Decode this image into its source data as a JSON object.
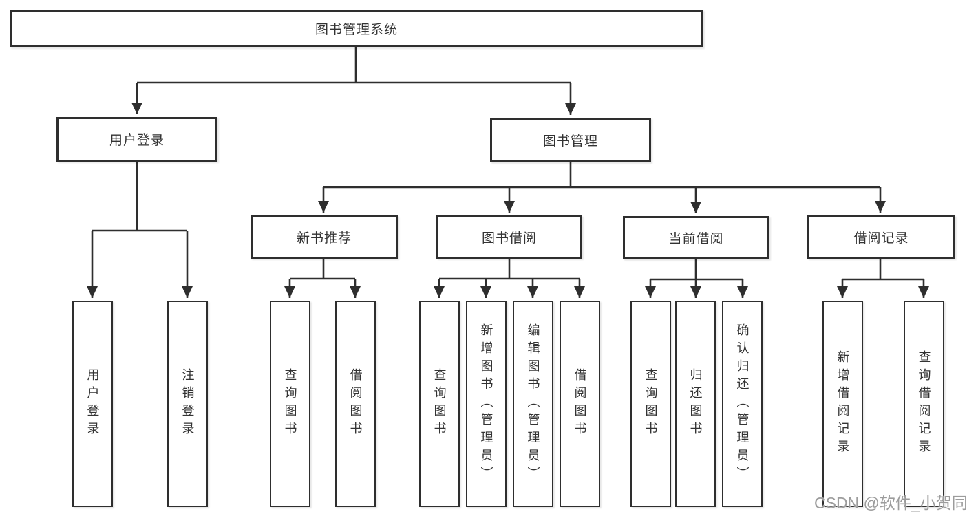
{
  "diagram": {
    "root": {
      "label": "图书管理系统"
    },
    "level2": [
      {
        "label": "用户登录",
        "children": [
          {
            "label": "用户登录"
          },
          {
            "label": "注销登录"
          }
        ]
      },
      {
        "label": "图书管理",
        "children": [
          {
            "label": "新书推荐",
            "children": [
              {
                "label": "查询图书"
              },
              {
                "label": "借阅图书"
              }
            ]
          },
          {
            "label": "图书借阅",
            "children": [
              {
                "label": "查询图书"
              },
              {
                "label": "新增图书（管理员）"
              },
              {
                "label": "编辑图书（管理员）"
              },
              {
                "label": "借阅图书"
              }
            ]
          },
          {
            "label": "当前借阅",
            "children": [
              {
                "label": "查询图书"
              },
              {
                "label": "归还图书"
              },
              {
                "label": "确认归还（管理员）"
              }
            ]
          },
          {
            "label": "借阅记录",
            "children": [
              {
                "label": "新增借阅记录"
              },
              {
                "label": "查询借阅记录"
              }
            ]
          }
        ]
      }
    ]
  },
  "watermark": {
    "text": "CSDN @软件_小贺同学"
  },
  "colors": {
    "line": "#2e2e2e",
    "text": "#333333",
    "background": "#ffffff",
    "watermark": "#9c9c9c"
  }
}
